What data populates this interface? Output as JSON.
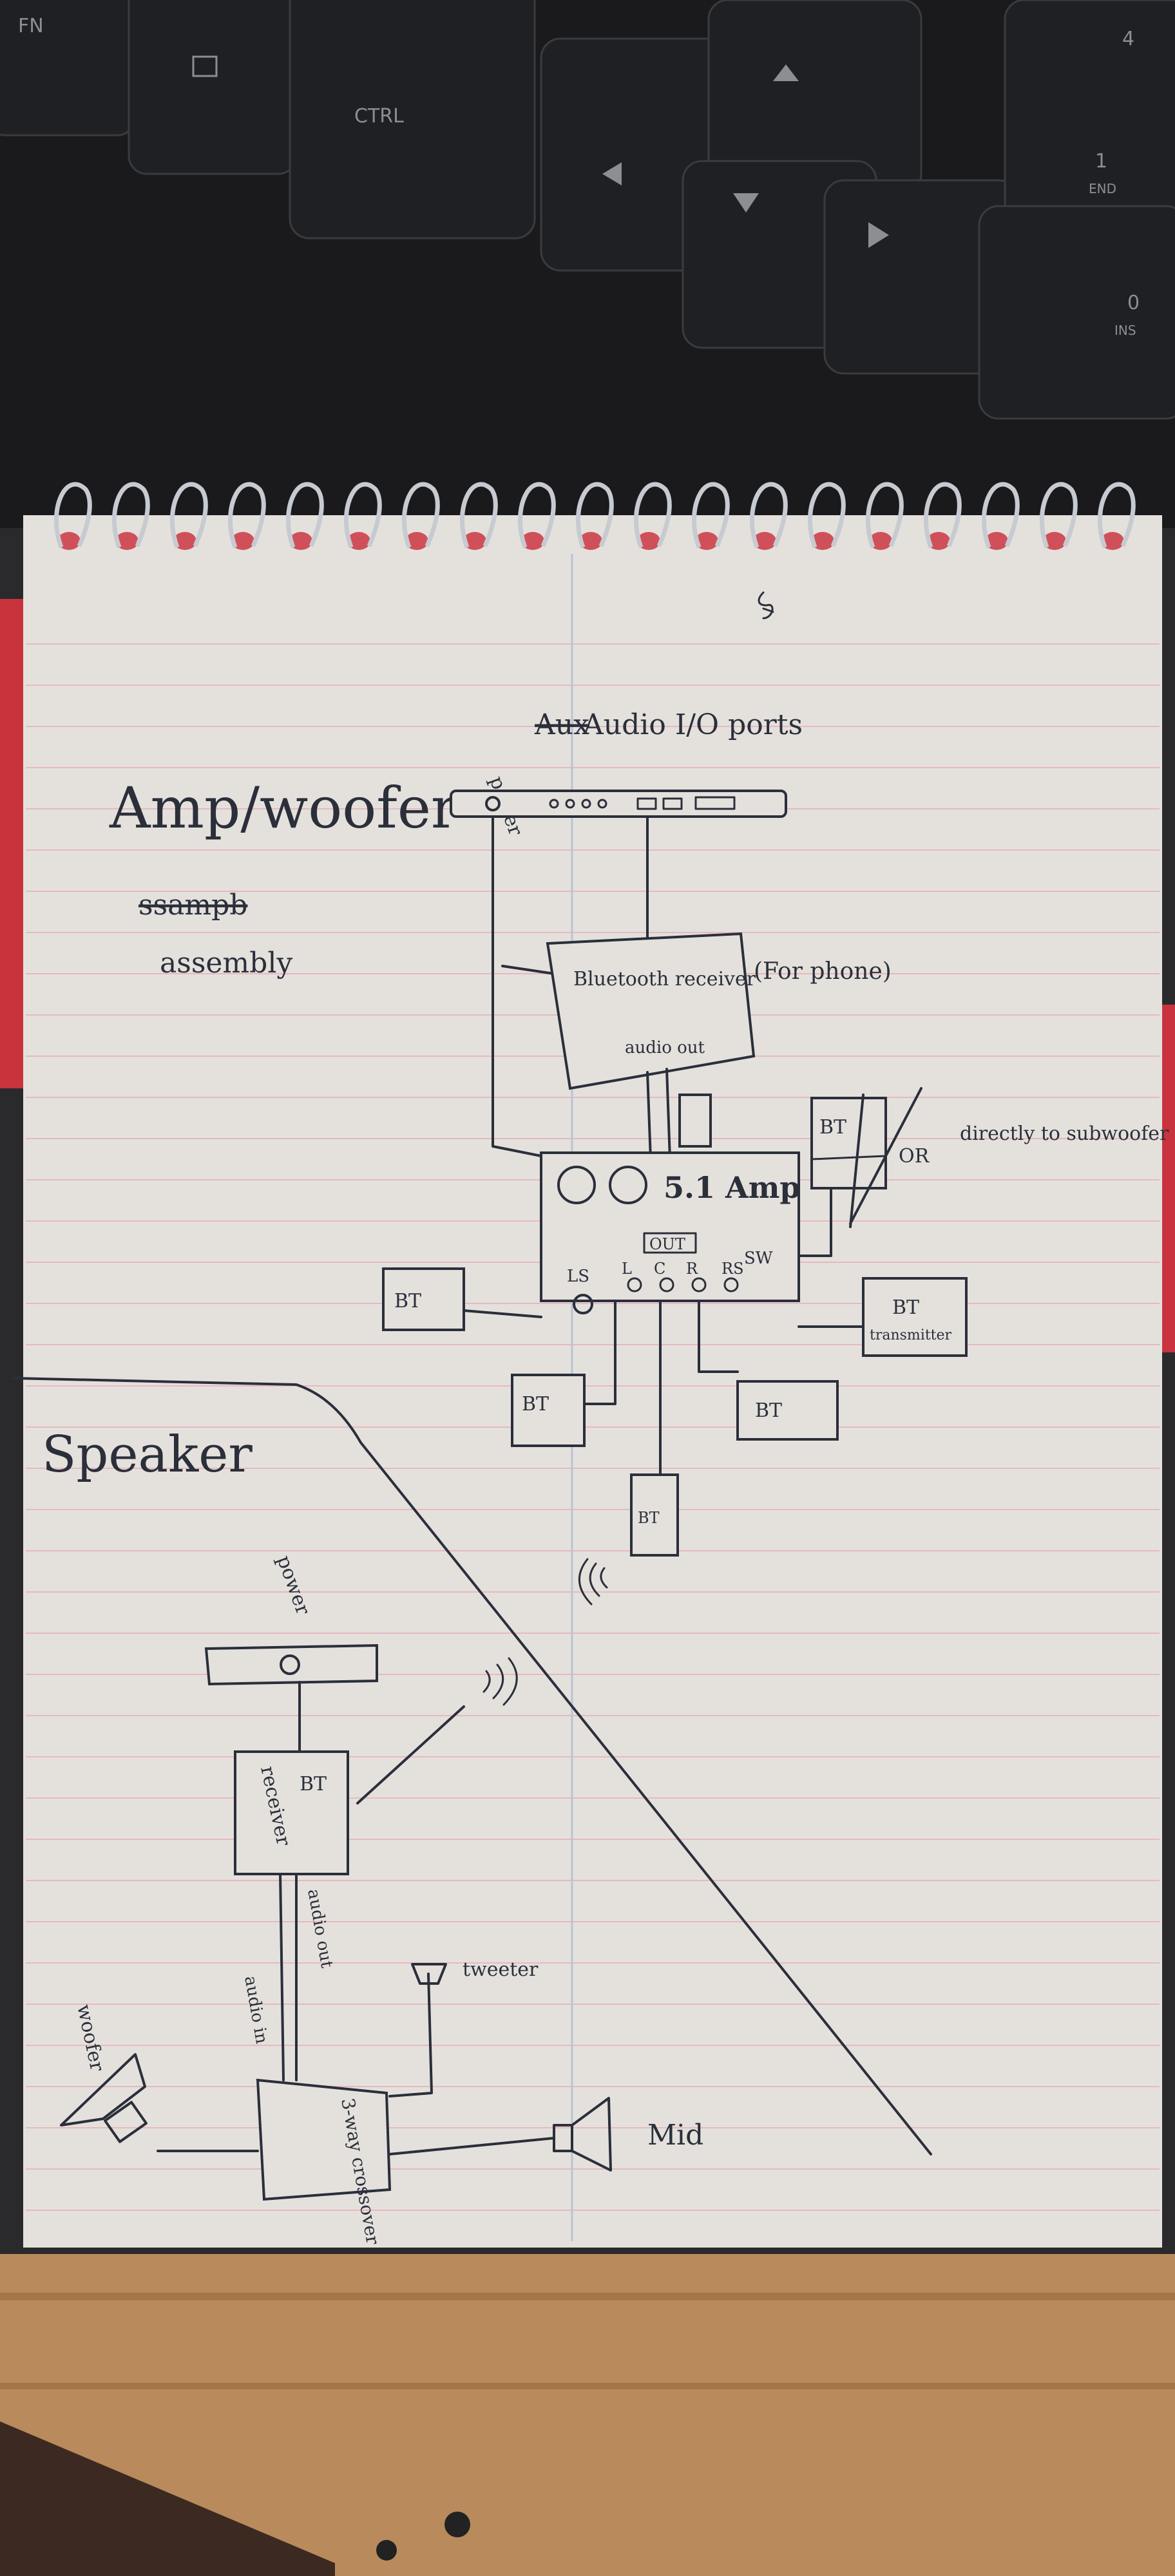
{
  "keyboard": {
    "keys": [
      "FN",
      "CTRL",
      "1",
      "END",
      "0",
      "INS",
      "4"
    ]
  },
  "notebook": {
    "heading": "Amp/woofer",
    "subheading": "assembly",
    "scribble": "ssampb",
    "ports_label": "Audio I/O ports",
    "ports_strike": "Aux",
    "power_label": "power",
    "bt_receiver_phone": "Bluetooth receiver",
    "for_phone": "(For phone)",
    "audio_out": "audio out",
    "amp_label": "5.1 Amp",
    "out_label": "OUT",
    "channel_labels": [
      "LS",
      "L",
      "C",
      "R",
      "RS",
      "SW"
    ],
    "bt": "BT",
    "bt_transmitter": "transmitter",
    "or_label": "OR",
    "directly": "directly to subwoofer driver",
    "speaker_heading": "Speaker",
    "speaker_power": "power",
    "bt_receiver_speaker": "receiver",
    "audio_out_speaker": "audio out",
    "audio_in": "audio in",
    "crossover": "3-way crossover",
    "tweeter": "tweeter",
    "woofer": "woofer",
    "mid": "Mid"
  }
}
